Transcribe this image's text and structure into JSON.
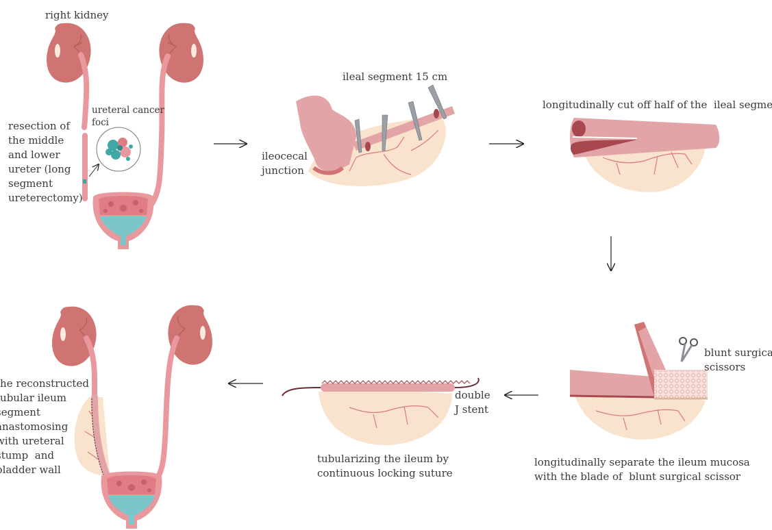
{
  "colors": {
    "kidney": "#cf7473",
    "kidney_dark": "#b65a5c",
    "ureter": "#e9999e",
    "mesentery": "#fae3cd",
    "vessel": "#d77b80",
    "ileum": "#e2a4a7",
    "ileum_dark": "#a7484f",
    "urine": "#7cc5c9",
    "tumor": "#3fa7a6",
    "instrument": "#9aa0a6"
  },
  "steps": [
    {
      "id": "step1",
      "labels": {
        "right_kidney": "right kidney",
        "cancer_foci": "ureteral cancer\nfoci",
        "resection": "resection of\nthe middle\nand lower\nureter (long\nsegment\nureterectomy)"
      }
    },
    {
      "id": "step2",
      "labels": {
        "ileal_segment": "ileal segment 15 cm",
        "ileocecal": "ileocecal\njunction"
      }
    },
    {
      "id": "step3",
      "labels": {
        "cut": "longitudinally cut off half of the  ileal segment"
      }
    },
    {
      "id": "step4",
      "labels": {
        "scissors": "blunt surgical\nscissors",
        "separate": "longitudinally separate the ileum mucosa\nwith the blade of  blunt surgical scissor"
      }
    },
    {
      "id": "step5",
      "labels": {
        "stent": "double\nJ stent",
        "tubularize": "tubularizing the ileum by\ncontinuous locking suture"
      }
    },
    {
      "id": "step6",
      "labels": {
        "reconstructed": "the reconstructed\ntubular ileum\nsegment\nanastomosing\nwith ureteral\nstump  and\nbladder wall"
      }
    }
  ]
}
